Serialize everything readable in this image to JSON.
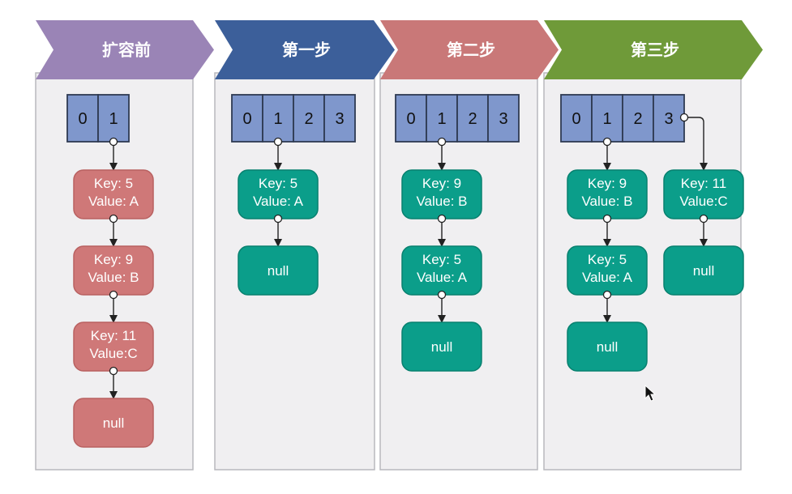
{
  "colors": {
    "panel_bg": "#f0eff1",
    "panel_border": "#b9b9bd",
    "cell_fill": "#7f97cc",
    "cell_border": "#2e3a52",
    "red_node": "#cf7878",
    "red_node_border": "#b96161",
    "teal_node": "#0b9e8a",
    "teal_node_border": "#08806f",
    "connector": "#222222"
  },
  "columns": [
    {
      "header": "扩容前",
      "header_color": "#9a84b6",
      "array": [
        "0",
        "1"
      ],
      "chains": [
        {
          "slot": 1,
          "nodes": [
            {
              "lines": [
                "Key: 5",
                "Value: A"
              ],
              "style": "red"
            },
            {
              "lines": [
                "Key: 9",
                "Value: B"
              ],
              "style": "red"
            },
            {
              "lines": [
                "Key: 11",
                "Value:C"
              ],
              "style": "red"
            },
            {
              "lines": [
                "null"
              ],
              "style": "red"
            }
          ]
        }
      ]
    },
    {
      "header": "第一步",
      "header_color": "#3c5f9a",
      "array": [
        "0",
        "1",
        "2",
        "3"
      ],
      "chains": [
        {
          "slot": 1,
          "nodes": [
            {
              "lines": [
                "Key: 5",
                "Value: A"
              ],
              "style": "teal"
            },
            {
              "lines": [
                "null"
              ],
              "style": "teal"
            }
          ]
        }
      ]
    },
    {
      "header": "第二步",
      "header_color": "#c97878",
      "array": [
        "0",
        "1",
        "2",
        "3"
      ],
      "chains": [
        {
          "slot": 1,
          "nodes": [
            {
              "lines": [
                "Key: 9",
                "Value: B"
              ],
              "style": "teal"
            },
            {
              "lines": [
                "Key: 5",
                "Value: A"
              ],
              "style": "teal"
            },
            {
              "lines": [
                "null"
              ],
              "style": "teal"
            }
          ]
        }
      ]
    },
    {
      "header": "第三步",
      "header_color": "#6f9a39",
      "array": [
        "0",
        "1",
        "2",
        "3"
      ],
      "chains": [
        {
          "slot": 1,
          "nodes": [
            {
              "lines": [
                "Key: 9",
                "Value: B"
              ],
              "style": "teal"
            },
            {
              "lines": [
                "Key: 5",
                "Value: A"
              ],
              "style": "teal"
            },
            {
              "lines": [
                "null"
              ],
              "style": "teal"
            }
          ]
        },
        {
          "slot": 3,
          "nodes": [
            {
              "lines": [
                "Key: 11",
                "Value:C"
              ],
              "style": "teal"
            },
            {
              "lines": [
                "null"
              ],
              "style": "teal"
            }
          ]
        }
      ]
    }
  ]
}
